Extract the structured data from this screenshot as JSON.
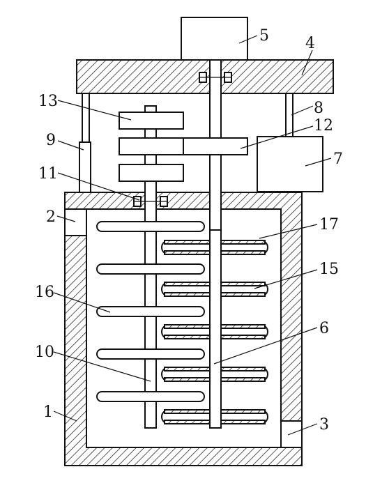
{
  "labels": {
    "l1": "1",
    "l2": "2",
    "l3": "3",
    "l4": "4",
    "l5": "5",
    "l6": "6",
    "l7": "7",
    "l8": "8",
    "l9": "9",
    "l10": "10",
    "l11": "11",
    "l12": "12",
    "l13": "13",
    "l15": "15",
    "l16": "16",
    "l17": "17"
  },
  "colors": {
    "stroke": "#111111",
    "background": "#ffffff"
  }
}
